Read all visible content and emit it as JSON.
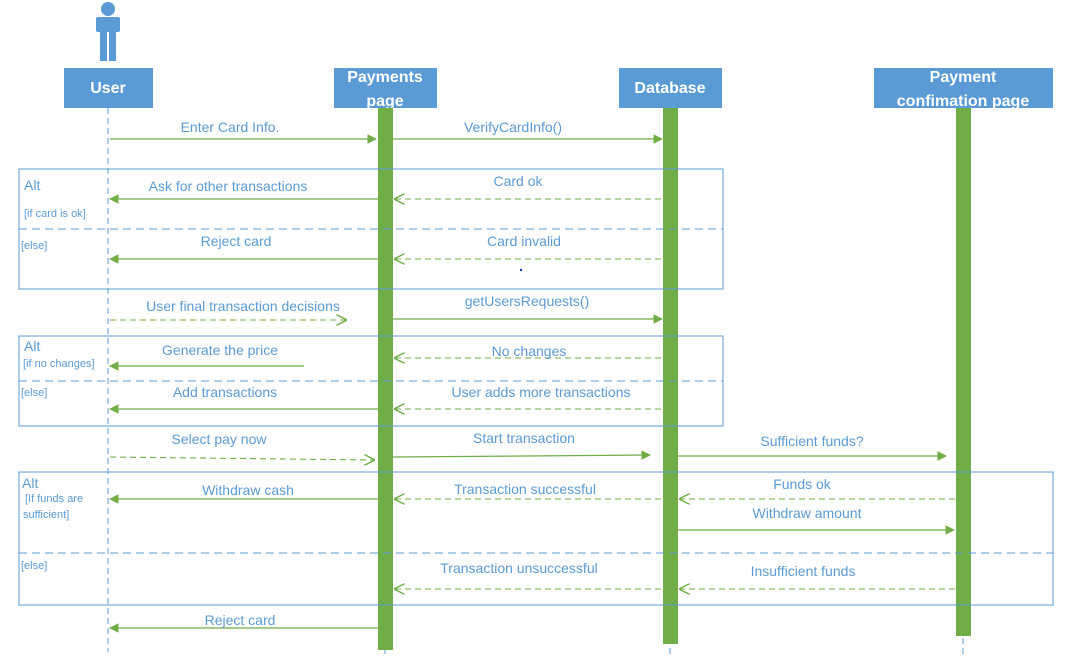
{
  "colors": {
    "header_fill": "#5b9bd5",
    "lifeline": "#5b9bd5",
    "activation": "#70ad47",
    "arrow": "#70ad47",
    "text": "#5b9bd5"
  },
  "actor_icon": "person-icon",
  "participants": {
    "user": "User",
    "payments_page": [
      "Payments",
      "page"
    ],
    "database": "Database",
    "confirmation_page": [
      "Payment",
      "confimation page"
    ]
  },
  "frames": [
    {
      "title": "Alt",
      "conditions": [
        "[if card is ok]",
        "[else]"
      ]
    },
    {
      "title": "Alt",
      "conditions": [
        "[if no changes]",
        "[else]"
      ]
    },
    {
      "title": "Alt",
      "conditions": [
        "[If funds are",
        "sufficient]",
        "[else]"
      ]
    }
  ],
  "messages": [
    "Enter Card Info.",
    "VerifyCardInfo()",
    "Card ok",
    "Ask for other transactions",
    "Card invalid",
    "Reject card",
    "User final transaction decisions",
    "getUsersRequests()",
    "No changes",
    "Generate the price",
    "User adds more transactions",
    "Add transactions",
    "Select pay now",
    "Start transaction",
    "Sufficient funds?",
    "Funds ok",
    "Transaction successful",
    "Withdraw cash",
    "Withdraw amount",
    "Insufficient funds",
    "Transaction unsuccessful",
    "Reject card"
  ]
}
